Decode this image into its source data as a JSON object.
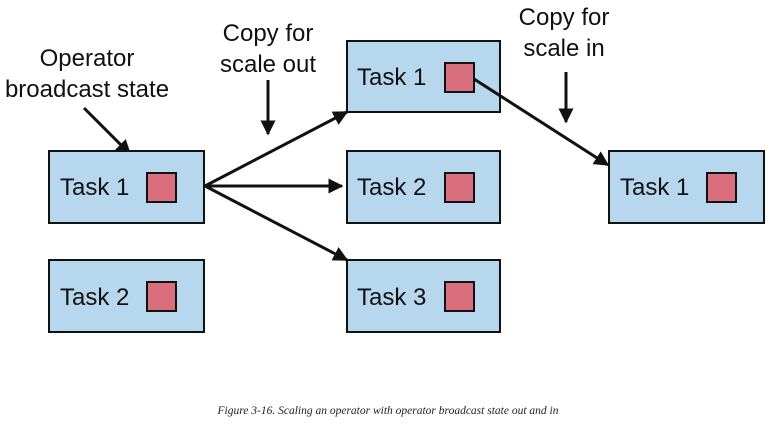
{
  "diagram": {
    "annotations": {
      "broadcast": [
        "Operator",
        "broadcast state"
      ],
      "scale_out": [
        "Copy for",
        "scale out"
      ],
      "scale_in": [
        "Copy for",
        "scale in"
      ]
    },
    "tasks": {
      "original_1": "Task 1",
      "original_2": "Task 2",
      "scaled_out_1": "Task 1",
      "scaled_out_2": "Task 2",
      "scaled_out_3": "Task 3",
      "scaled_in_1": "Task 1"
    },
    "caption": "Figure 3-16. Scaling an operator with operator broadcast state out and in",
    "colors": {
      "task_fill": "#b7d7ee",
      "state_fill": "#d96f7c",
      "line": "#111111"
    }
  }
}
